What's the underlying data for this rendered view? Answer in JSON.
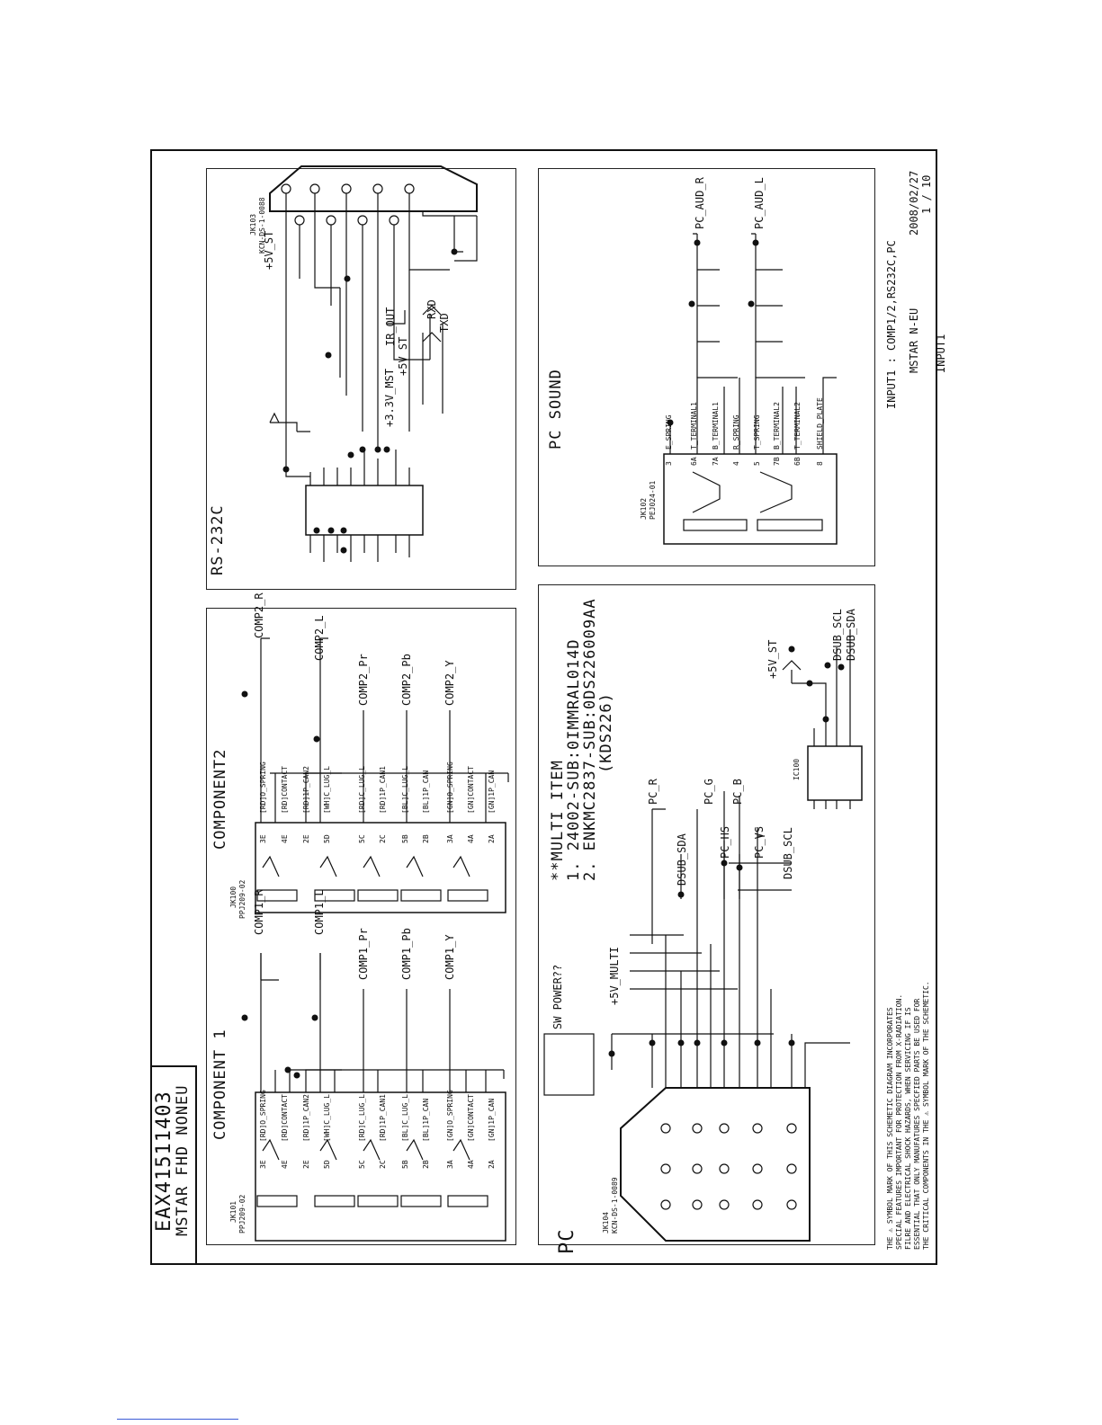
{
  "title_block": {
    "model": "EAX41511403",
    "subtitle": "MSTAR FHD NONEU"
  },
  "sections": {
    "rs232c": "RS-232C",
    "pc_sound": "PC SOUND",
    "component1": "COMPONENT 1",
    "component2": "COMPONENT2",
    "pc": "PC",
    "sw_power": "SW POWER??"
  },
  "connectors": {
    "jk103": "JK103",
    "jk103_part": "KCN-DS-1-0088",
    "jk102": "JK102",
    "jk102_part": "PEJ024-01",
    "jk101": "JK101",
    "jk101_part": "PPJ209-02",
    "jk100": "JK100",
    "jk100_part": "PPJ209-02",
    "jk104": "JK104",
    "jk104_part": "KCN-DS-1-0089",
    "ic100": "IC100"
  },
  "nets": {
    "rs232c": [
      "+5V_ST",
      "+3.3V_MST",
      "+5V_ST",
      "IR_OUT",
      "RXD",
      "TXD"
    ],
    "pc_sound": [
      "PC_AUD_R",
      "PC_AUD_L"
    ],
    "component1": [
      "COMP1_R",
      "COMP1_L",
      "COMP1_Pr",
      "COMP1_Pb",
      "COMP1_Y"
    ],
    "component2": [
      "COMP2_R",
      "COMP2_L",
      "COMP2_Pr",
      "COMP2_Pb",
      "COMP2_Y"
    ],
    "pc": [
      "PC_R",
      "PC_G",
      "PC_B",
      "DSUB_SDA",
      "PC_HS",
      "PC_VS",
      "DSUB_SCL",
      "+5V_MULTI"
    ],
    "edid": [
      "+5V_ST",
      "DSUB_SCL",
      "DSUB_SDA"
    ]
  },
  "jk102_pins": [
    {
      "pin": "3",
      "name": "E_SPRING"
    },
    {
      "pin": "6A",
      "name": "T_TERMINAL1"
    },
    {
      "pin": "7A",
      "name": "B_TERMINAL1"
    },
    {
      "pin": "4",
      "name": "R_SPRING"
    },
    {
      "pin": "5",
      "name": "T_SPRING"
    },
    {
      "pin": "7B",
      "name": "B_TERMINAL2"
    },
    {
      "pin": "6B",
      "name": "T_TERMINAL2"
    },
    {
      "pin": "8",
      "name": "SHIELD_PLATE"
    }
  ],
  "jk101_pins": [
    {
      "pin": "3E",
      "name": "[RD]O_SPRING"
    },
    {
      "pin": "4E",
      "name": "[RD]CONTACT"
    },
    {
      "pin": "2E",
      "name": "[RD]1P_CAN2"
    },
    {
      "pin": "5D",
      "name": "[WH]C_LUG_L"
    },
    {
      "pin": "5C",
      "name": "[RD]C_LUG_L"
    },
    {
      "pin": "2C",
      "name": "[RD]1P_CAN1"
    },
    {
      "pin": "5B",
      "name": "[BL]C_LUG_L"
    },
    {
      "pin": "2B",
      "name": "[BL]1P_CAN"
    },
    {
      "pin": "3A",
      "name": "[GN]O_SPRING"
    },
    {
      "pin": "4A",
      "name": "[GN]CONTACT"
    },
    {
      "pin": "2A",
      "name": "[GN]1P_CAN"
    }
  ],
  "jk100_pins": [
    {
      "pin": "3E",
      "name": "[RD]O_SPRING"
    },
    {
      "pin": "4E",
      "name": "[RD]CONTACT"
    },
    {
      "pin": "2E",
      "name": "[RD]1P_CAN2"
    },
    {
      "pin": "5D",
      "name": "[WH]C_LUG_L"
    },
    {
      "pin": "5C",
      "name": "[RD]C_LUG_L"
    },
    {
      "pin": "2C",
      "name": "[RD]1P_CAN1"
    },
    {
      "pin": "5B",
      "name": "[BL]C_LUG_L"
    },
    {
      "pin": "2B",
      "name": "[BL]1P_CAN"
    },
    {
      "pin": "3A",
      "name": "[GN]O_SPRING"
    },
    {
      "pin": "4A",
      "name": "[GN]CONTACT"
    },
    {
      "pin": "2A",
      "name": "[GN]1P_CAN"
    }
  ],
  "multi_item": {
    "heading": "**MULTI ITEM",
    "line1": "1. 24002-SUB:0IMMRAL014D",
    "line2": "2. ENKMC2837-SUB:0DS226009AA",
    "line3": "(KDS226)"
  },
  "footer": {
    "sheet_title": "INPUT1 : COMP1/2,RS232C,PC",
    "project": "MSTAR N-EU",
    "date": "2008/02/27",
    "sheet_name": "INPUT1",
    "page": "1 / 10"
  },
  "safety_note": [
    "THE ⚠ SYMBOL MARK OF THIS SCHEMETIC DIAGRAM INCORPORATES",
    "SPECIAL FEATURES IMPORTANT FOR PROTECTION FROM X-RADIATION.",
    "FILRE AND ELECTRICAL SHOCK HAZARDS, WHEN SERVICING IF IS",
    "ESSENTIAL THAT ONLY MANUFATURES SPECFIED PARTS BE USED FOR",
    "THE CRITICAL COMPONENTS IN THE ⚠ SYMBOL MARK OF THE SCHEMETIC."
  ]
}
